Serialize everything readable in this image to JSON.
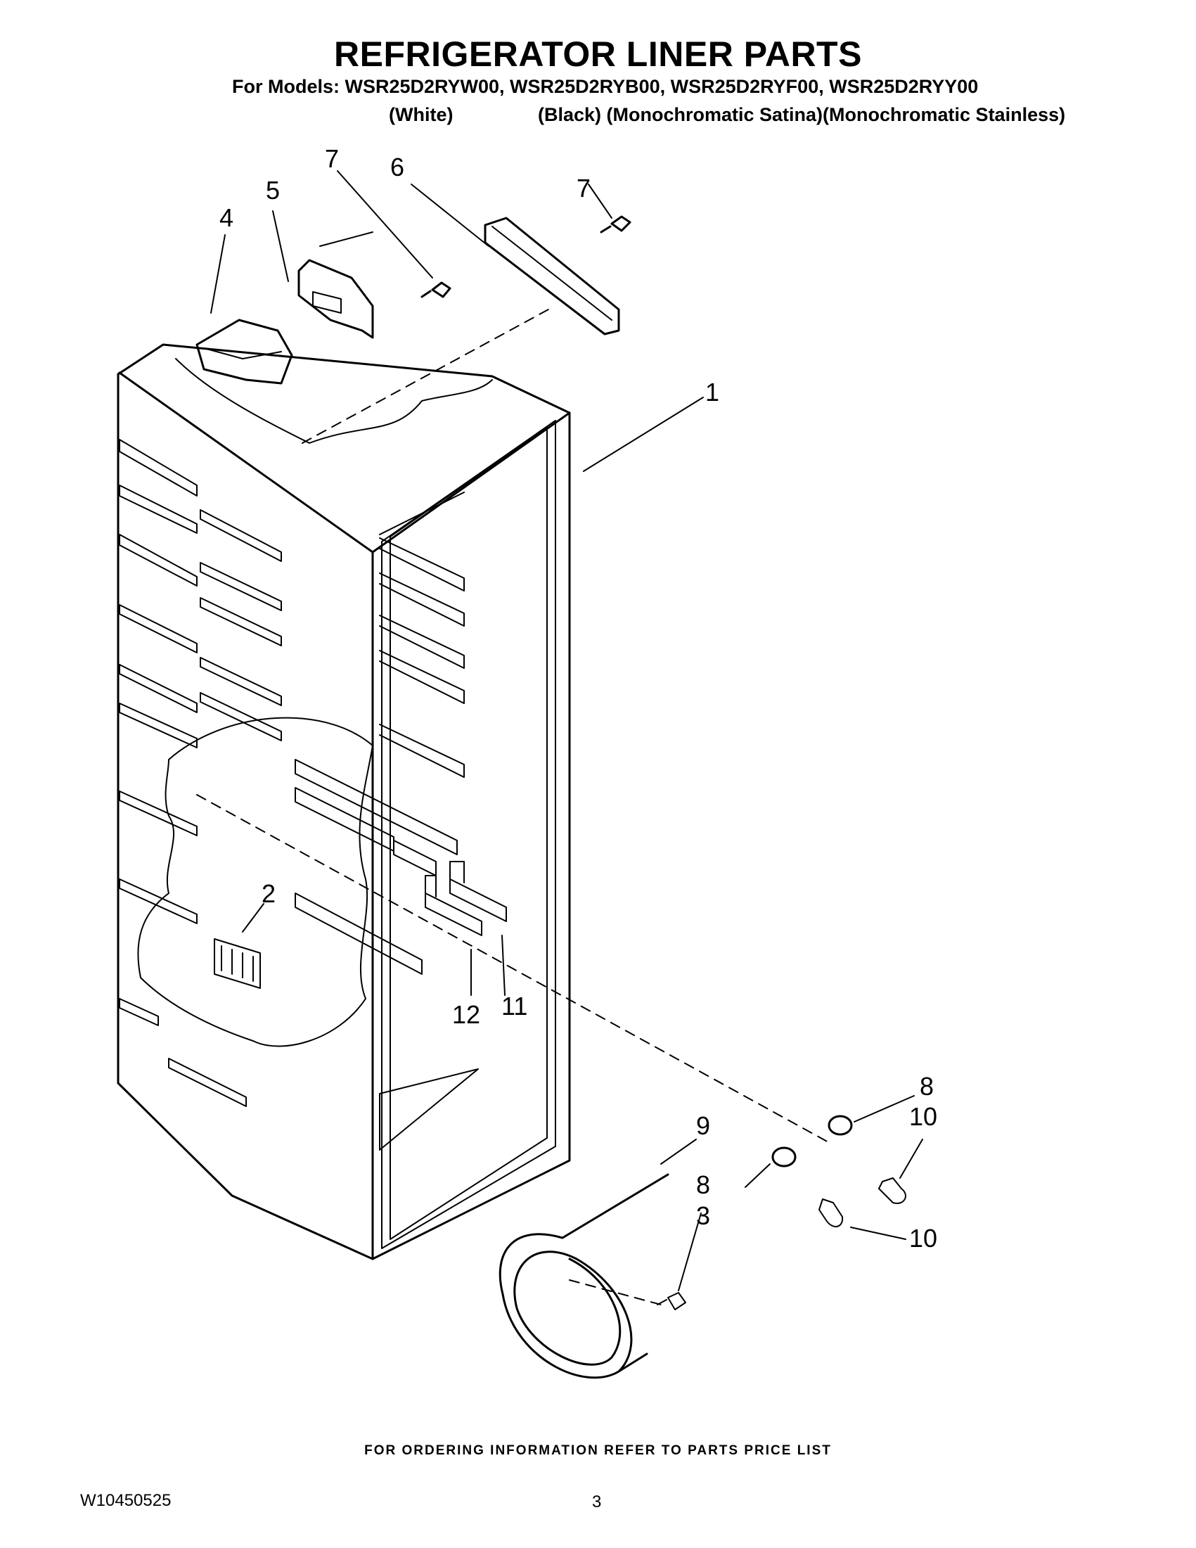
{
  "header": {
    "title": "REFRIGERATOR LINER PARTS",
    "models_line": "For Models: WSR25D2RYW00, WSR25D2RYB00, WSR25D2RYF00, WSR25D2RYY00",
    "variants": [
      "(White)",
      "(Black) (Monochromatic Satina)(Monochromatic Stainless)"
    ]
  },
  "diagram": {
    "callouts": [
      "7",
      "6",
      "7",
      "5",
      "4",
      "1",
      "2",
      "12",
      "11",
      "8",
      "10",
      "9",
      "8",
      "3",
      "10"
    ]
  },
  "footer": {
    "note": "FOR ORDERING INFORMATION REFER TO PARTS PRICE LIST",
    "doc_id": "W10450525",
    "page": "3"
  }
}
